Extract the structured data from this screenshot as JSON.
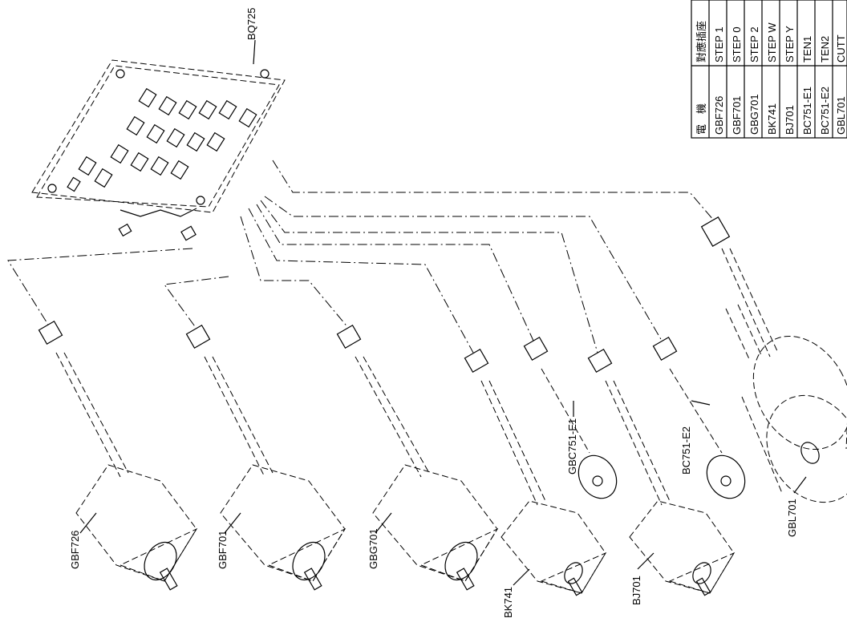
{
  "board": {
    "label": "BQ725"
  },
  "components": [
    {
      "id": "gbf726",
      "label": "GBF726"
    },
    {
      "id": "gbf701",
      "label": "GBF701"
    },
    {
      "id": "gbg701",
      "label": "GBG701"
    },
    {
      "id": "bk741",
      "label": "BK741"
    },
    {
      "id": "bj701",
      "label": "BJ701"
    },
    {
      "id": "gbc751e1",
      "label": "GBC751-E1"
    },
    {
      "id": "bc751e2",
      "label": "BC751-E2"
    },
    {
      "id": "gbl701",
      "label": "GBL701"
    }
  ],
  "table": {
    "headers": [
      "電　機",
      "對應插座"
    ],
    "rows": [
      [
        "GBF726",
        "STEP 1"
      ],
      [
        "GBF701",
        "STEP 0"
      ],
      [
        "GBG701",
        "STEP 2"
      ],
      [
        "BK741",
        "STEP W"
      ],
      [
        "BJ701",
        "STEP Y"
      ],
      [
        "BC751-E1",
        "TEN1"
      ],
      [
        "BC751-E2",
        "TEN2"
      ],
      [
        "GBL701",
        "CUTT"
      ]
    ]
  }
}
